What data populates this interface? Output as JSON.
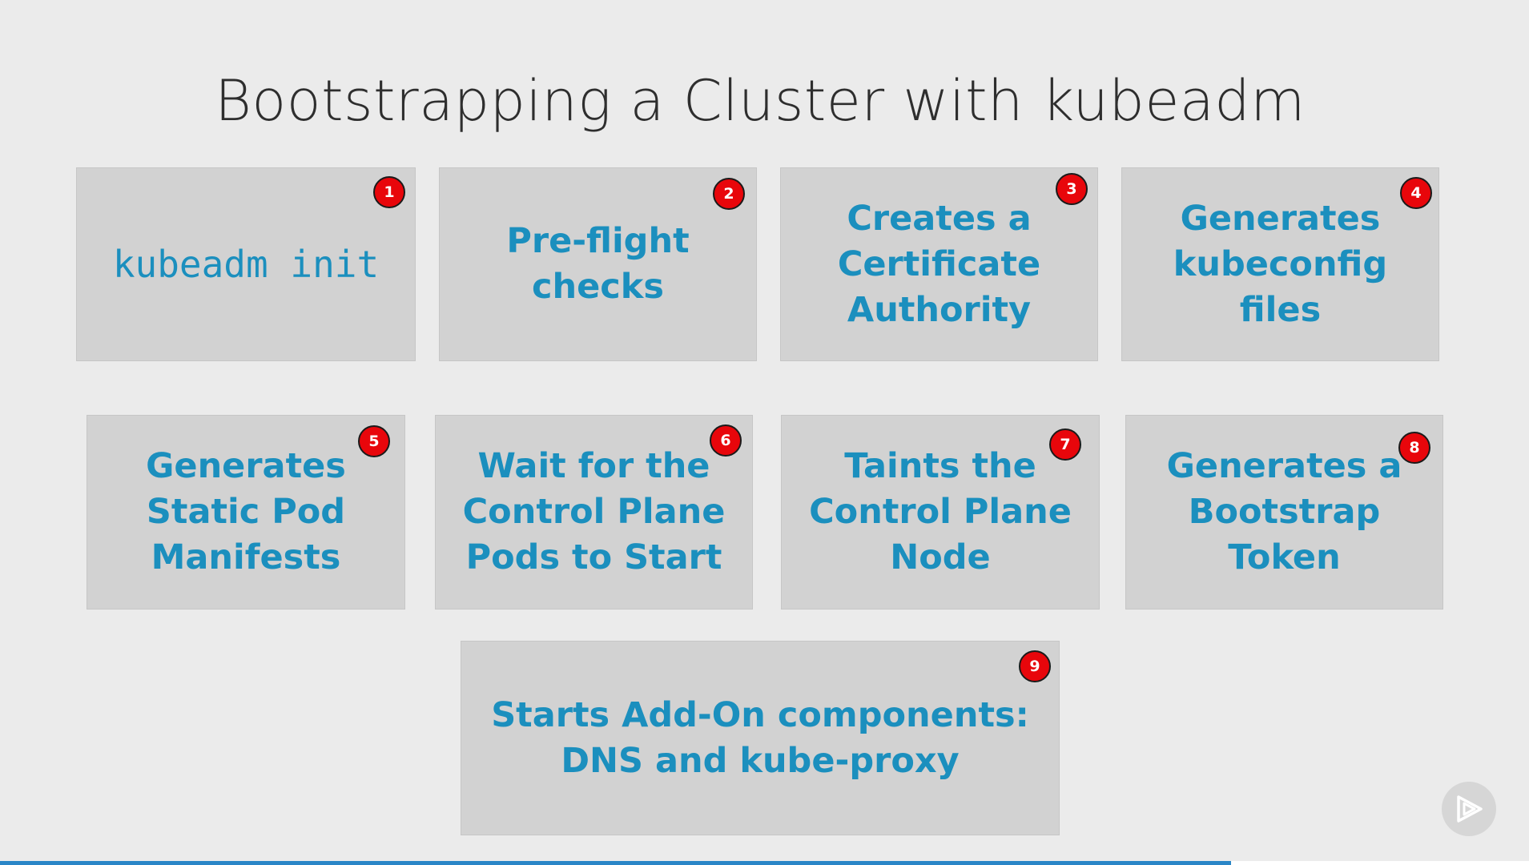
{
  "title": "Bootstrapping a Cluster with kubeadm",
  "steps": [
    {
      "number": "1",
      "text": "kubeadm init"
    },
    {
      "number": "2",
      "text": "Pre-flight\nchecks"
    },
    {
      "number": "3",
      "text": "Creates a\nCertificate\nAuthority"
    },
    {
      "number": "4",
      "text": "Generates\nkubeconfig\nfiles"
    },
    {
      "number": "5",
      "text": "Generates\nStatic Pod\nManifests"
    },
    {
      "number": "6",
      "text": "Wait for the\nControl Plane\nPods to Start"
    },
    {
      "number": "7",
      "text": "Taints the\nControl Plane\nNode"
    },
    {
      "number": "8",
      "text": "Generates a\nBootstrap\nToken"
    },
    {
      "number": "9",
      "text": "Starts Add-On components:\nDNS and kube-proxy"
    }
  ],
  "colors": {
    "background": "#ebebeb",
    "box": "#d2d2d2",
    "step_text": "#1b8fbe",
    "badge": "#e8060b",
    "title": "#2e2e2e",
    "progress": "#2a86c7"
  },
  "player": {
    "play_icon": "play-icon",
    "progress_fraction": 0.805
  }
}
